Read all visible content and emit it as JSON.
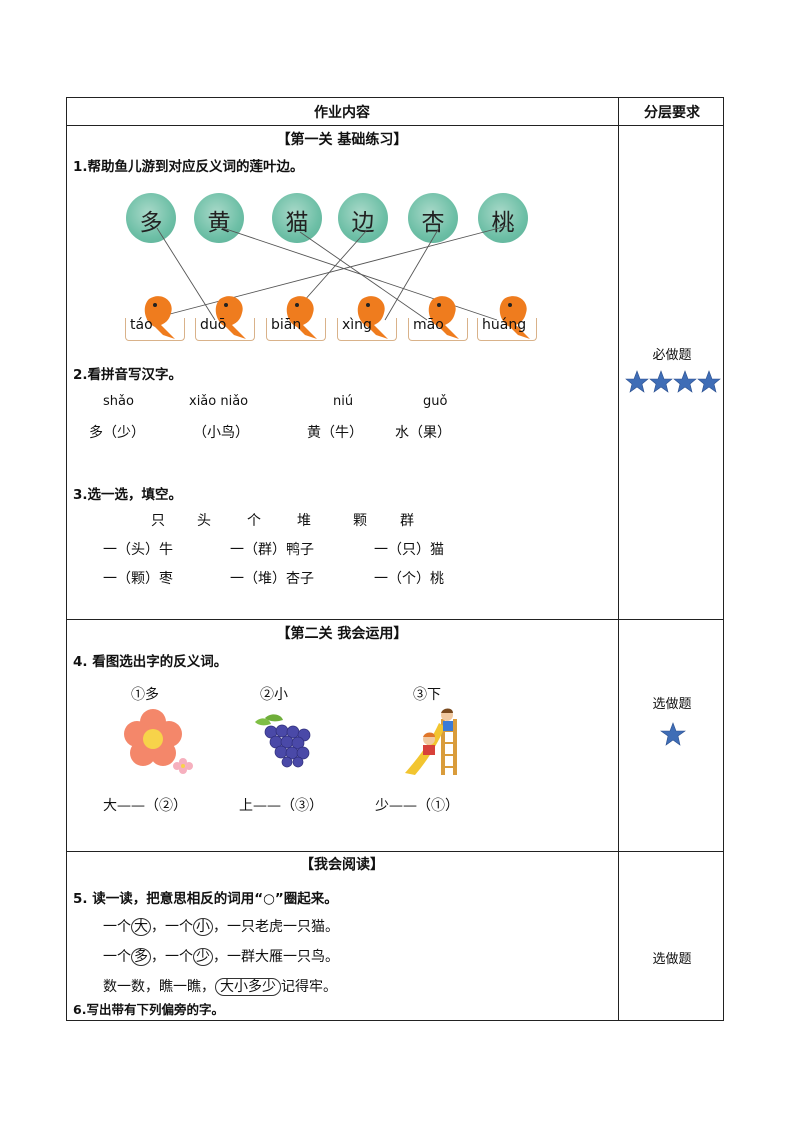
{
  "table": {
    "col_content": "作业内容",
    "col_level": "分层要求"
  },
  "section1": {
    "title": "【第一关 基础练习】",
    "q1": {
      "text": "1.帮助鱼儿游到对应反义词的莲叶边。",
      "lily_chars": [
        "多",
        "黄",
        "猫",
        "边",
        "杏",
        "桃"
      ],
      "pinyin_boxes": [
        "táo",
        "duō",
        "biān",
        "xìng",
        "māo",
        "huáng"
      ]
    },
    "q2": {
      "text": "2.看拼音写汉字。",
      "pinyin": [
        "shǎo",
        "xiǎo niǎo",
        "niú",
        "guǒ"
      ],
      "answers": [
        "多（少）",
        "（小鸟）",
        "黄（牛）",
        "水（果）"
      ]
    },
    "q3": {
      "text": "3.选一选，填空。",
      "options": [
        "只",
        "头",
        "个",
        "堆",
        "颗",
        "群"
      ],
      "row1": [
        "一（头）牛",
        "一（群）鸭子",
        "一（只）猫"
      ],
      "row2": [
        "一（颗）枣",
        "一（堆）杏子",
        "一（个）桃"
      ]
    },
    "level": "必做题",
    "stars": 4,
    "star_color": "#3f6db6"
  },
  "section2": {
    "title": "【第二关 我会运用】",
    "q4": {
      "text": "4. 看图选出字的反义词。",
      "labels": [
        "①多",
        "②小",
        "③下"
      ],
      "answers": [
        "大——（②）",
        "上——（③）",
        "少——（①）"
      ]
    },
    "level": "选做题",
    "stars": 1
  },
  "section3": {
    "title": "【我会阅读】",
    "q5": {
      "text": "5. 读一读，把意思相反的词用“○”圈起来。",
      "line1": [
        "一个",
        "大",
        "，一个",
        "小",
        "，一只老虎一只猫。"
      ],
      "line2": [
        "一个",
        "多",
        "，一个",
        "少",
        "，一群大雁一只鸟。"
      ],
      "line3": [
        "数一数，瞧一瞧，",
        "大小多少",
        "记得牢。"
      ]
    },
    "q6": {
      "text": "6.写出带有下列偏旁的字。"
    },
    "level": "选做题"
  }
}
